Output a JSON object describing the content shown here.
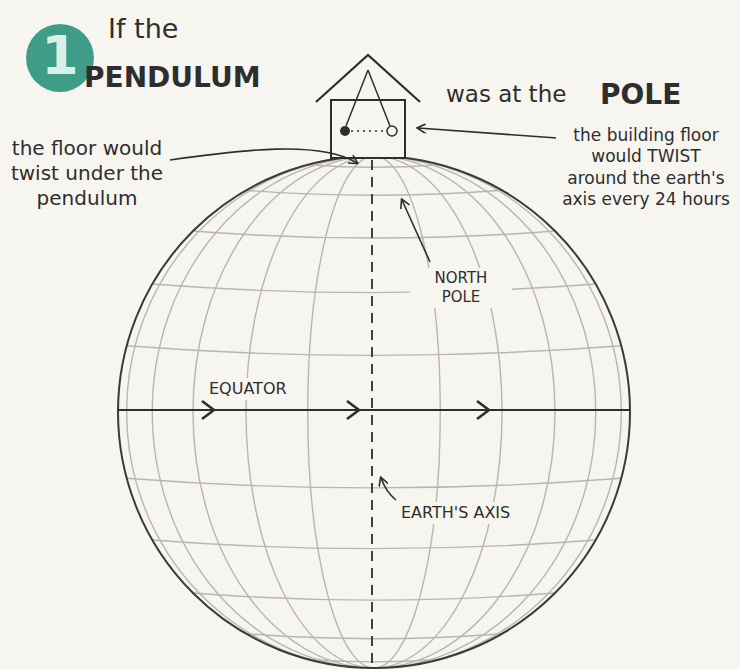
{
  "diagram": {
    "labels": [
      "1",
      "If the",
      "PENDULUM",
      "was at the",
      "POLE",
      "the floor would twist under the pendulum",
      "the building floor would TWIST around the earth's axis every 24 hours",
      "NORTH POLE",
      "EQUATOR",
      "EARTH'S AXIS"
    ]
  }
}
